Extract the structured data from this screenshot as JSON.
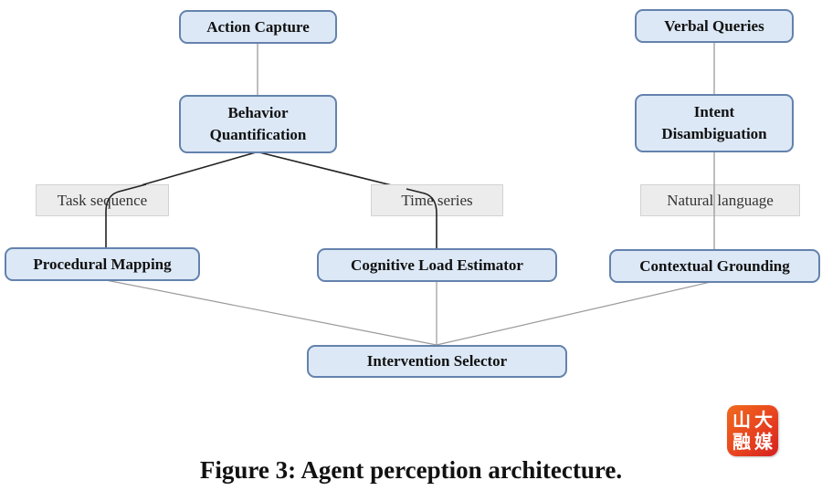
{
  "diagram": {
    "nodes": {
      "action_capture": "Action Capture",
      "behavior_quantification": "Behavior Quantification",
      "verbal_queries": "Verbal Queries",
      "intent_disambiguation": "Intent Disambiguation",
      "procedural_mapping": "Procedural Mapping",
      "cognitive_load_estimator": "Cognitive Load Estimator",
      "contextual_grounding": "Contextual Grounding",
      "intervention_selector": "Intervention Selector"
    },
    "edge_labels": {
      "task_sequence": "Task sequence",
      "time_series": "Time series",
      "natural_language": "Natural language"
    },
    "edges": [
      {
        "from": "action_capture",
        "to": "behavior_quantification"
      },
      {
        "from": "behavior_quantification",
        "to": "procedural_mapping",
        "label": "task_sequence"
      },
      {
        "from": "behavior_quantification",
        "to": "cognitive_load_estimator",
        "label": "time_series"
      },
      {
        "from": "verbal_queries",
        "to": "intent_disambiguation"
      },
      {
        "from": "intent_disambiguation",
        "to": "contextual_grounding",
        "label": "natural_language"
      },
      {
        "from": "procedural_mapping",
        "to": "intervention_selector"
      },
      {
        "from": "cognitive_load_estimator",
        "to": "intervention_selector"
      },
      {
        "from": "contextual_grounding",
        "to": "intervention_selector"
      }
    ]
  },
  "caption": "Figure 3: Agent perception architecture.",
  "watermark": {
    "chars": [
      "山",
      "大",
      "融",
      "媒"
    ],
    "colors": {
      "primary": "#e8431f",
      "text": "#ffffff"
    }
  }
}
